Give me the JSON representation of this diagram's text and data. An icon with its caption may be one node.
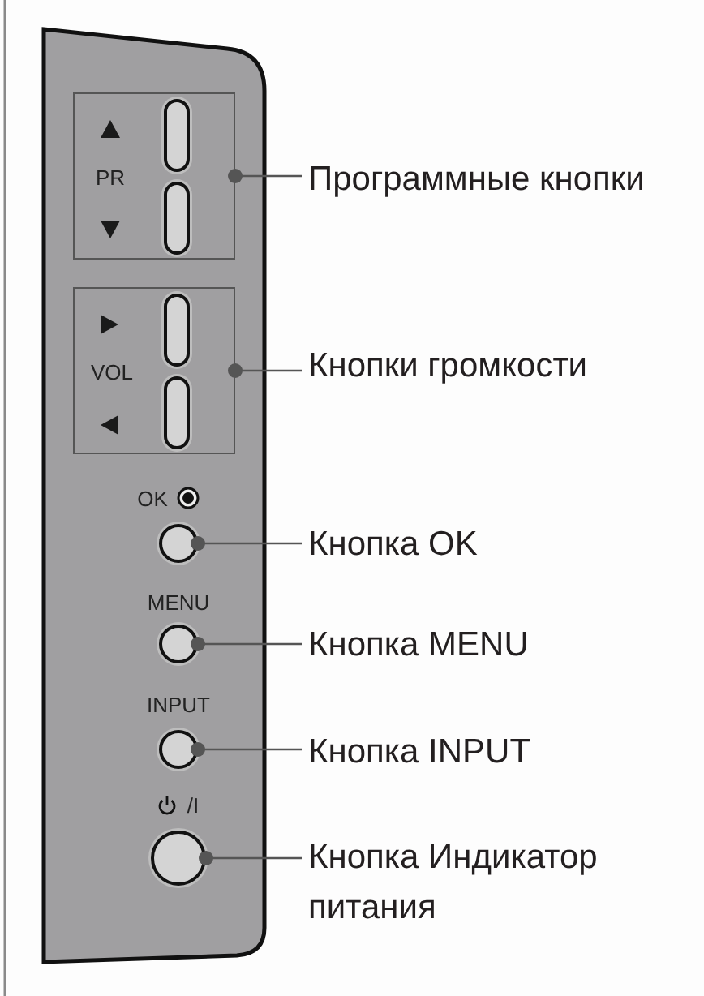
{
  "diagram": {
    "nodes": [
      {
        "text": [
          "PR"
        ]
      },
      {
        "text": [
          "VOL"
        ]
      },
      {
        "text": [],
        "shape": "circle"
      },
      {
        "text": [],
        "shape": "circle"
      },
      {
        "text": [],
        "shape": "circle"
      },
      {
        "text": [],
        "shape": "circle"
      },
      {
        "text": [
          "Программные кнопки"
        ]
      },
      {
        "text": [
          "Кнопки громкости"
        ]
      },
      {
        "text": [
          "Кнопка OK"
        ]
      },
      {
        "text": [
          "Кнопка MENU"
        ]
      },
      {
        "text": [
          "Кнопка INPUT"
        ]
      },
      {
        "text": [
          "Кнопка Индикатор питания"
        ]
      }
    ],
    "edges": [
      {
        "from": 6,
        "to": 0,
        "arrow": "other"
      },
      {
        "from": 7,
        "to": 1,
        "arrow": "other"
      },
      {
        "from": 8,
        "to": 2,
        "arrow": "other"
      },
      {
        "from": 9,
        "to": 3,
        "arrow": "other"
      },
      {
        "from": 10,
        "to": 4,
        "arrow": "other"
      },
      {
        "from": 11,
        "to": 5,
        "arrow": "other"
      }
    ],
    "labels": [
      "OK",
      "MENU",
      "INPUT",
      "/I"
    ]
  }
}
